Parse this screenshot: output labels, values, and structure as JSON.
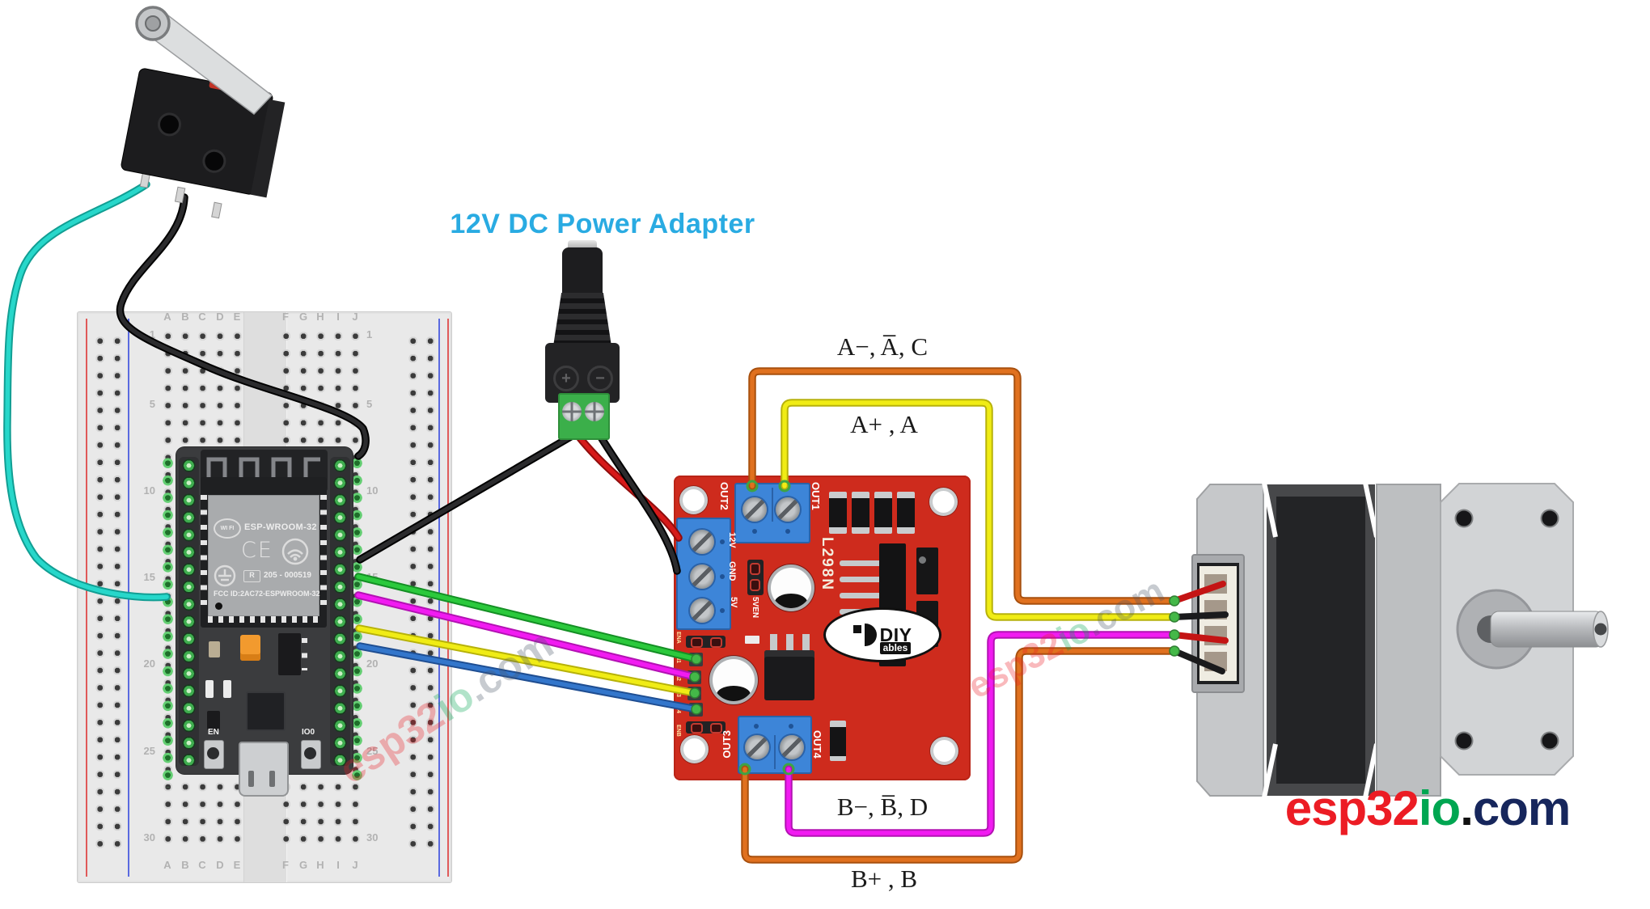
{
  "labels": {
    "power_adapter": "12V DC Power Adapter",
    "wire_a_minus": "A−, A̅, C",
    "wire_a_plus": "A+ , A",
    "wire_b_minus": "B−, B̅, D",
    "wire_b_plus": "B+ , B"
  },
  "breadboard": {
    "letters": [
      "A",
      "B",
      "C",
      "D",
      "E",
      "F",
      "G",
      "H",
      "I",
      "J"
    ],
    "rows": [
      "1",
      "5",
      "10",
      "15",
      "20",
      "25",
      "30"
    ]
  },
  "esp32_board": {
    "wifi_badge": "WI FI",
    "module_name": "ESP-WROOM-32",
    "ce_mark": "CE",
    "reg_r": "R",
    "reg_number": "205 - 000519",
    "fcc_text": "FCC ID:2AC72-ESPWROOM-32",
    "btn_en": "EN",
    "btn_io0": "IO0"
  },
  "l298n_board": {
    "chip_name": "L298N",
    "out1": "OUT1",
    "out2": "OUT2",
    "out3": "OUT3",
    "out4": "OUT4",
    "pin_12v": "12V",
    "pin_gnd": "GND",
    "pin_5v": "5V",
    "jumper_5ven": "5VEN",
    "pin_ena": "ENA",
    "pin_in1": "IN1",
    "pin_in2": "IN2",
    "pin_in3": "IN3",
    "pin_in4": "IN4",
    "pin_enb": "ENB",
    "logo_diy": "DIY",
    "logo_ables": "ables"
  },
  "adapter": {
    "plus_mark": "+",
    "minus_mark": "−"
  },
  "branding": {
    "site_red": "esp32",
    "site_green": "io",
    "site_dot": ".",
    "site_com": "com",
    "watermark_tail": ".com"
  },
  "colors": {
    "label_blue": "#29ABE2",
    "l298n_red": "#CE2B1D",
    "terminal_blue": "#3D85D8",
    "wire_orange": "#E0711F",
    "wire_yellow": "#F0EC15",
    "wire_magenta": "#F11BF1",
    "wire_green": "#2BC93C",
    "wire_blue": "#3376CB",
    "wire_cyan": "#27D7CA",
    "wire_red": "#D61A1A",
    "wire_black": "#2B2B2D",
    "logo_red": "#EC1C24",
    "logo_green": "#00A651",
    "logo_navy": "#16265C"
  }
}
